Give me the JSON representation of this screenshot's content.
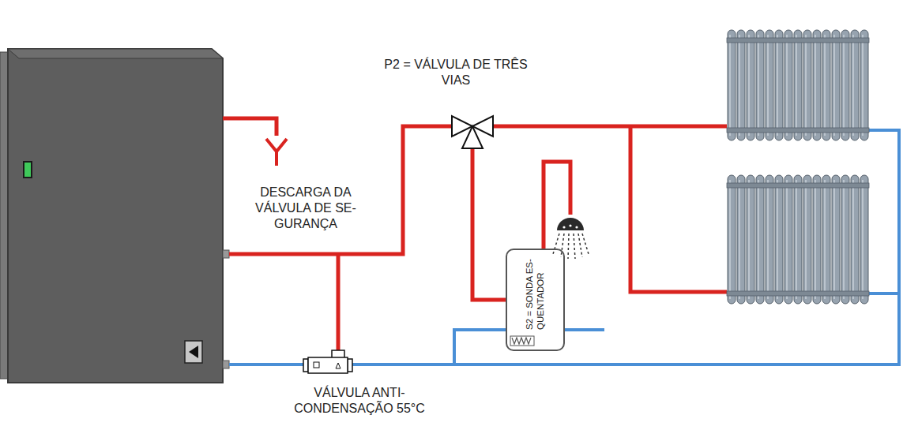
{
  "diagram": {
    "nodes": [
      {
        "text": [
          "S2 = SONDA ES- QUENTADOR"
        ]
      }
    ],
    "labels": [
      "P2 = VÁLVULA DE TRÊS VIAS",
      "DESCARGA DA VÁLVULA DE SE- GURANÇA",
      "VÁLVULA ANTI- CONDENSAÇÃO 55°C"
    ]
  }
}
